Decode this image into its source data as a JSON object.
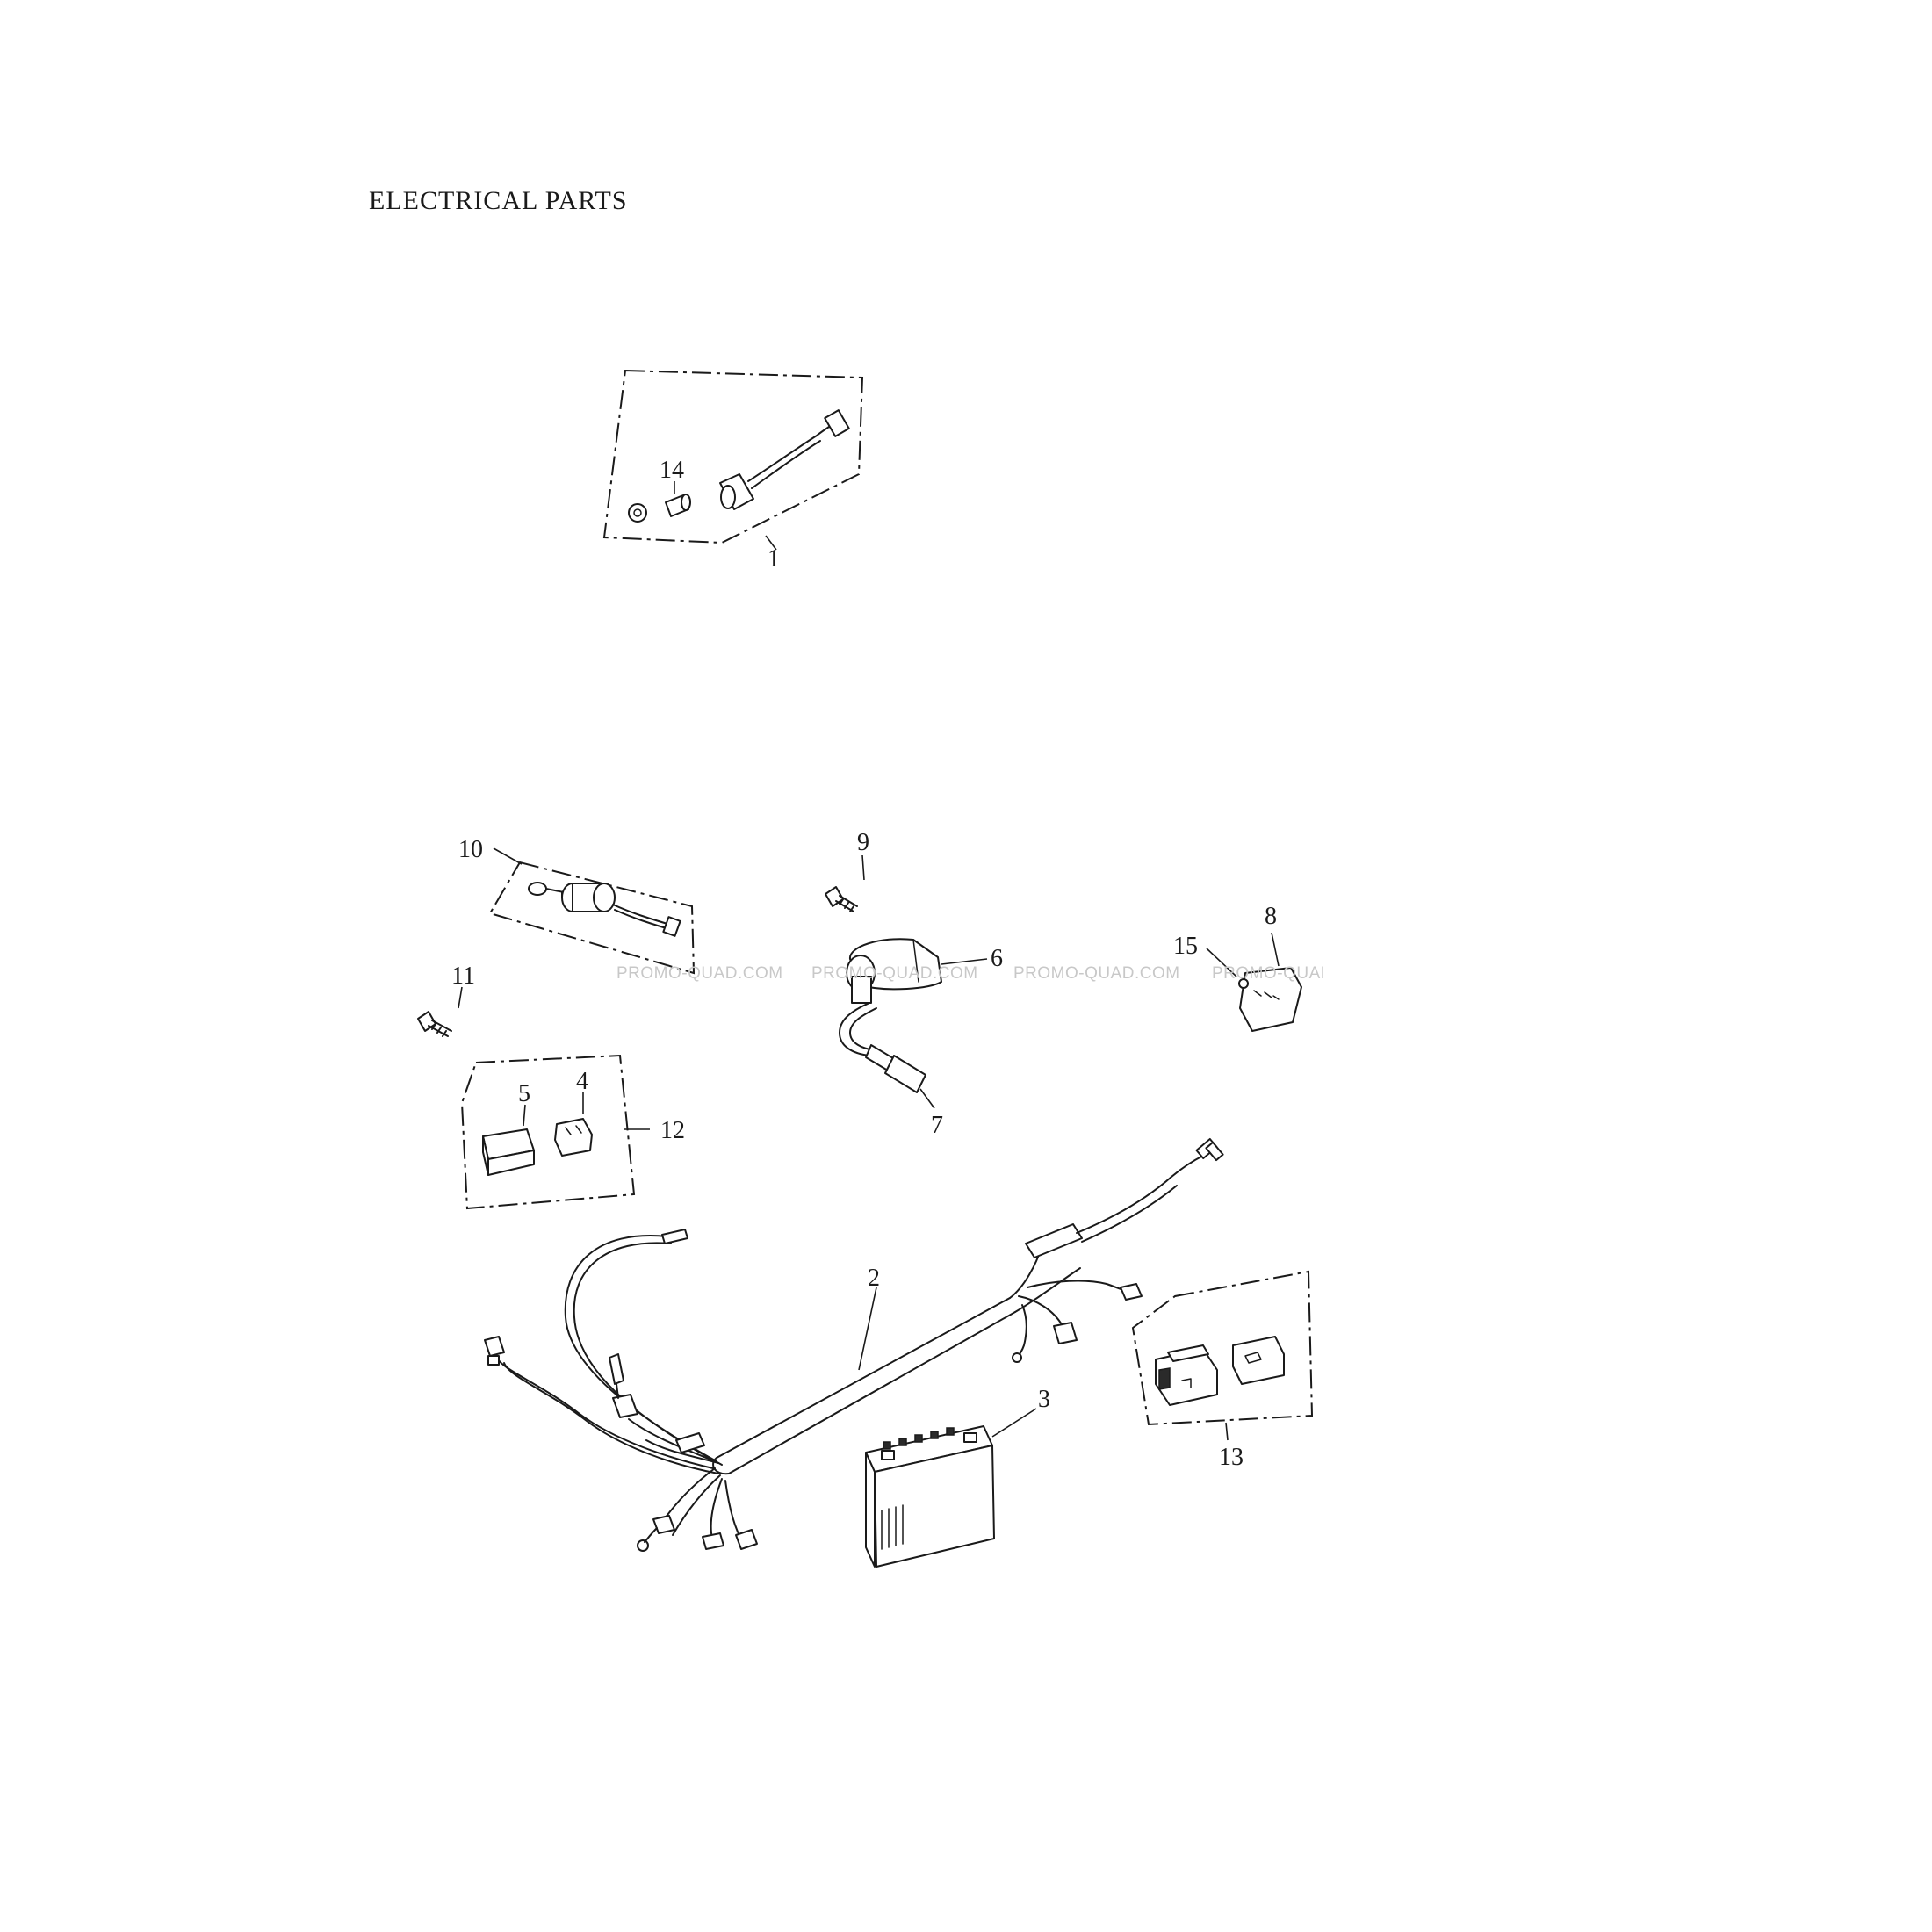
{
  "title": "ELECTRICAL PARTS",
  "watermark": "PROMO-QUAD.COM",
  "callouts": {
    "c1": "1",
    "c2": "2",
    "c3": "3",
    "c4": "4",
    "c5": "5",
    "c6": "6",
    "c7": "7",
    "c8": "8",
    "c9": "9",
    "c10": "10",
    "c11": "11",
    "c12": "12",
    "c13": "13",
    "c14": "14",
    "c15": "15"
  },
  "colors": {
    "ink": "#1a1a1a",
    "watermark": "#c8c8c8",
    "background": "#ffffff"
  }
}
